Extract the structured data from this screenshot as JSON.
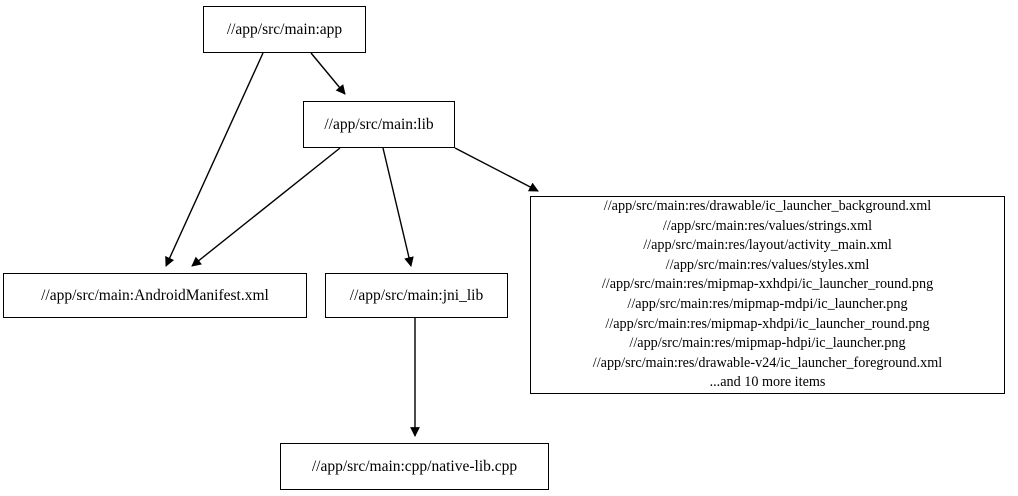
{
  "graph": {
    "type": "directed-dependency-graph",
    "background_color": "#ffffff",
    "node_border_color": "#000000",
    "text_color": "#000000",
    "edge_color": "#000000",
    "nodes": [
      {
        "id": "app",
        "label": "//app/src/main:app"
      },
      {
        "id": "lib",
        "label": "//app/src/main:lib"
      },
      {
        "id": "manifest",
        "label": "//app/src/main:AndroidManifest.xml"
      },
      {
        "id": "jni_lib",
        "label": "//app/src/main:jni_lib"
      },
      {
        "id": "native_lib",
        "label": "//app/src/main:cpp/native-lib.cpp"
      }
    ],
    "res_node": {
      "id": "res_files",
      "lines": [
        "//app/src/main:res/drawable/ic_launcher_background.xml",
        "//app/src/main:res/values/strings.xml",
        "//app/src/main:res/layout/activity_main.xml",
        "//app/src/main:res/values/styles.xml",
        "//app/src/main:res/mipmap-xxhdpi/ic_launcher_round.png",
        "//app/src/main:res/mipmap-mdpi/ic_launcher.png",
        "//app/src/main:res/mipmap-xhdpi/ic_launcher_round.png",
        "//app/src/main:res/mipmap-hdpi/ic_launcher.png",
        "//app/src/main:res/drawable-v24/ic_launcher_foreground.xml",
        "...and 10 more items"
      ]
    },
    "edges": [
      {
        "from": "app",
        "to": "manifest"
      },
      {
        "from": "app",
        "to": "lib"
      },
      {
        "from": "lib",
        "to": "manifest"
      },
      {
        "from": "lib",
        "to": "jni_lib"
      },
      {
        "from": "lib",
        "to": "res_files"
      },
      {
        "from": "jni_lib",
        "to": "native_lib"
      }
    ]
  }
}
